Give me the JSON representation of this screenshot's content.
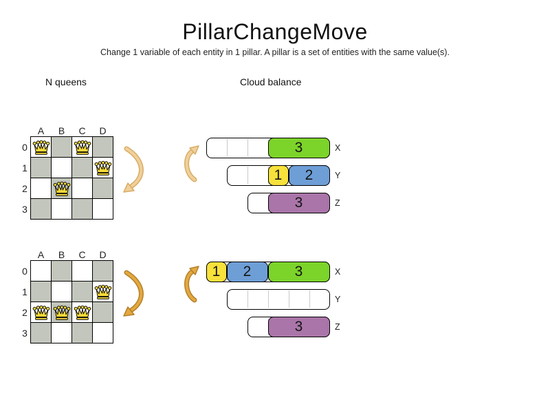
{
  "page": {
    "title": "PillarChangeMove",
    "subtitle": "Change 1 variable of each entity in 1 pillar. A pillar is a set of entities with the same value(s)."
  },
  "sections": {
    "nqueens_label": "N queens",
    "cloud_label": "Cloud balance"
  },
  "colors": {
    "board_dark": "#C2C6BC",
    "board_light": "#FFFFFF",
    "queen_fill": "#F5D93A",
    "green": "#7CD32A",
    "yellow": "#F7E13B",
    "blue": "#6E9ED6",
    "purple": "#AA75A9",
    "arrow_light_fill": "#F0D09A",
    "arrow_light_outline": "#D8AC66",
    "arrow_dark_fill": "#E3A83F",
    "arrow_dark_outline": "#B5802A"
  },
  "boards": [
    {
      "id": "before",
      "columns": [
        "A",
        "B",
        "C",
        "D"
      ],
      "rows": [
        "0",
        "1",
        "2",
        "3"
      ],
      "queens": [
        {
          "row": 0,
          "col": 0
        },
        {
          "row": 0,
          "col": 2
        },
        {
          "row": 1,
          "col": 3
        },
        {
          "row": 2,
          "col": 1
        }
      ]
    },
    {
      "id": "after",
      "columns": [
        "A",
        "B",
        "C",
        "D"
      ],
      "rows": [
        "0",
        "1",
        "2",
        "3"
      ],
      "queens": [
        {
          "row": 1,
          "col": 3
        },
        {
          "row": 2,
          "col": 0
        },
        {
          "row": 2,
          "col": 1
        },
        {
          "row": 2,
          "col": 2
        }
      ]
    }
  ],
  "cloud_groups": [
    {
      "id": "before",
      "bars": [
        {
          "label": "X",
          "capacity": 6,
          "blocks": [
            {
              "value": "3",
              "size": 3,
              "offset": 3,
              "color": "green"
            }
          ]
        },
        {
          "label": "Y",
          "capacity": 5,
          "blocks": [
            {
              "value": "1",
              "size": 1,
              "offset": 2,
              "color": "yellow"
            },
            {
              "value": "2",
              "size": 2,
              "offset": 3,
              "color": "blue"
            }
          ]
        },
        {
          "label": "Z",
          "capacity": 4,
          "blocks": [
            {
              "value": "3",
              "size": 3,
              "offset": 1,
              "color": "purple"
            }
          ]
        }
      ]
    },
    {
      "id": "after",
      "bars": [
        {
          "label": "X",
          "capacity": 6,
          "blocks": [
            {
              "value": "1",
              "size": 1,
              "offset": 0,
              "color": "yellow"
            },
            {
              "value": "2",
              "size": 2,
              "offset": 1,
              "color": "blue"
            },
            {
              "value": "3",
              "size": 3,
              "offset": 3,
              "color": "green"
            }
          ]
        },
        {
          "label": "Y",
          "capacity": 5,
          "blocks": []
        },
        {
          "label": "Z",
          "capacity": 4,
          "blocks": [
            {
              "value": "3",
              "size": 3,
              "offset": 1,
              "color": "purple"
            }
          ]
        }
      ]
    }
  ]
}
